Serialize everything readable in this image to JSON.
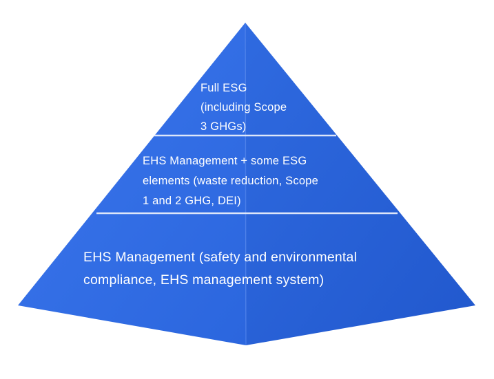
{
  "diagram": {
    "type": "pyramid",
    "title": "",
    "tiers": [
      {
        "id": "top",
        "lines": [
          "Full ESG",
          "(including Scope",
          "3 GHGs)"
        ]
      },
      {
        "id": "middle",
        "lines": [
          "EHS Management + some ESG",
          "elements (waste reduction, Scope",
          "1 and 2 GHG, DEI)"
        ]
      },
      {
        "id": "bottom",
        "lines": [
          "EHS Management (safety and environmental",
          "compliance, EHS management system)"
        ]
      }
    ],
    "colors": {
      "face_left": "#3570e8",
      "face_left_bottom": "#2b66de",
      "face_right": "#2a63da",
      "face_right_bottom": "#2158cd",
      "divider_line": "#e8eefb",
      "text": "#ffffff",
      "background": "#ffffff"
    }
  }
}
